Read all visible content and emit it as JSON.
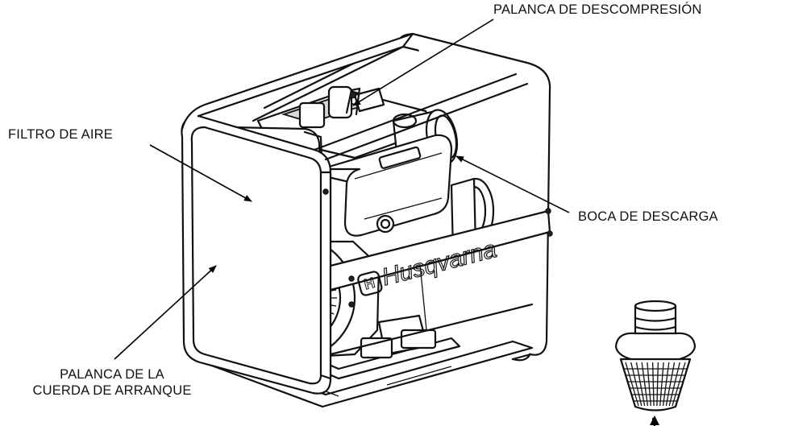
{
  "labels": {
    "decompression_lever": "PALANCA DE DESCOMPRESIÓN",
    "air_filter": "FILTRO DE AIRE",
    "discharge_port": "BOCA DE DESCARGA",
    "starter_cord_line1": "PALANCA DE LA",
    "starter_cord_line2": "CUERDA DE ARRANQUE"
  },
  "brand": "Husqvarna"
}
